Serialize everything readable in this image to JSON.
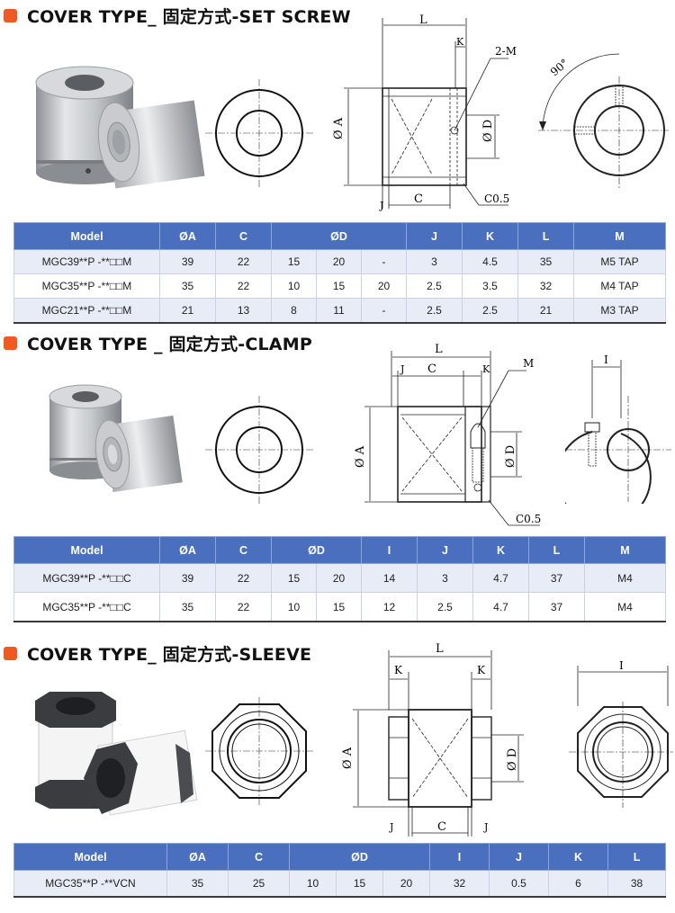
{
  "sections": [
    {
      "title": "COVER TYPE_ 固定方式-SET SCREW",
      "labels": {
        "L": "L",
        "K": "K",
        "M": "2-M",
        "A": "Ø A",
        "D": "Ø D",
        "J": "J",
        "C": "C",
        "C05": "C0.5",
        "angle": "90°"
      },
      "columns": [
        "Model",
        "ØA",
        "C",
        "ØD",
        "J",
        "K",
        "L",
        "M"
      ],
      "rows": [
        [
          "MGC39**P -**□□M",
          "39",
          "22",
          "15",
          "20",
          "-",
          "3",
          "4.5",
          "35",
          "M5 TAP"
        ],
        [
          "MGC35**P -**□□M",
          "35",
          "22",
          "10",
          "15",
          "20",
          "2.5",
          "3.5",
          "32",
          "M4 TAP"
        ],
        [
          "MGC21**P -**□□M",
          "21",
          "13",
          "8",
          "11",
          "-",
          "2.5",
          "2.5",
          "21",
          "M3 TAP"
        ]
      ]
    },
    {
      "title": "COVER TYPE _ 固定方式-CLAMP",
      "labels": {
        "L": "L",
        "J": "J",
        "C": "C",
        "K": "K",
        "M": "M",
        "A": "Ø A",
        "D": "Ø D",
        "C05": "C0.5",
        "I": "I"
      },
      "columns": [
        "Model",
        "ØA",
        "C",
        "ØD",
        "I",
        "J",
        "K",
        "L",
        "M"
      ],
      "rows": [
        [
          "MGC39**P -**□□C",
          "39",
          "22",
          "15",
          "20",
          "14",
          "3",
          "4.7",
          "37",
          "M4"
        ],
        [
          "MGC35**P -**□□C",
          "35",
          "22",
          "10",
          "15",
          "12",
          "2.5",
          "4.7",
          "37",
          "M4"
        ]
      ]
    },
    {
      "title": "COVER TYPE_ 固定方式-SLEEVE",
      "labels": {
        "L": "L",
        "K1": "K",
        "K2": "K",
        "A": "Ø A",
        "D": "Ø D",
        "J1": "J",
        "C": "C",
        "J2": "J",
        "I": "I"
      },
      "columns": [
        "Model",
        "ØA",
        "C",
        "ØD",
        "I",
        "J",
        "K",
        "L"
      ],
      "rows": [
        [
          "MGC35**P  -**VCN",
          "35",
          "25",
          "10",
          "15",
          "20",
          "32",
          "0.5",
          "6",
          "38"
        ]
      ]
    }
  ]
}
